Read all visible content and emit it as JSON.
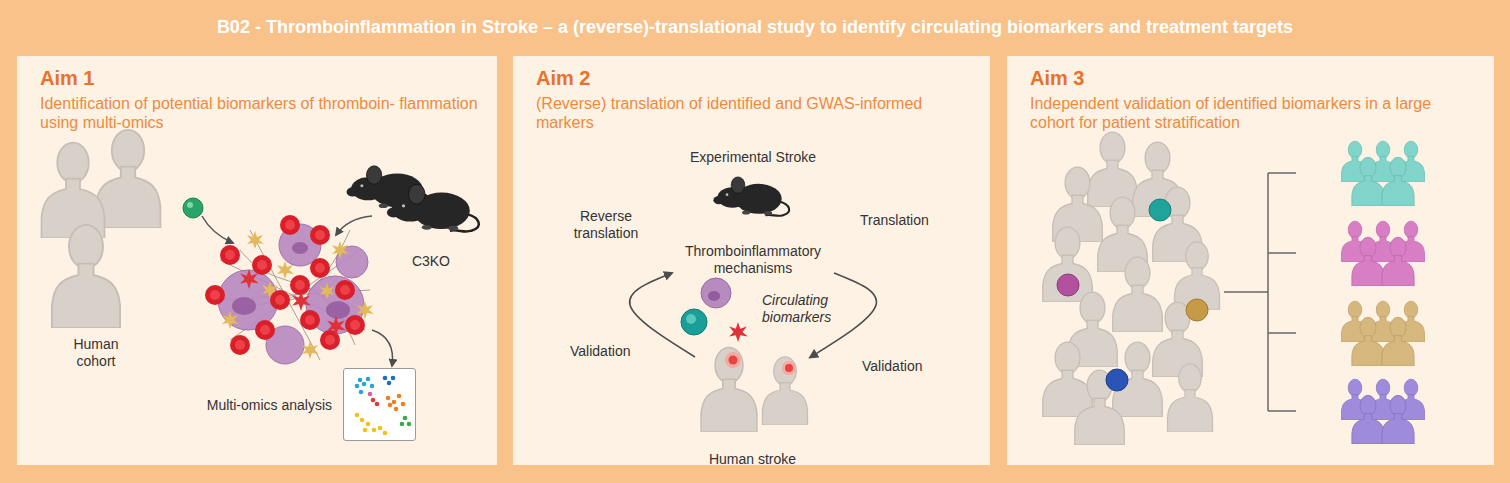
{
  "diagram": {
    "title": "B02 - Thromboinflammation in Stroke – a (reverse)-translational study to identify circulating biomarkers and treatment targets",
    "nodes": [
      {
        "text": [
          "Aim 1",
          "Identification of potential biomarkers of thromboin- flammation using multi-omics"
        ]
      },
      {
        "text": [
          "Human cohort"
        ],
        "in": 0
      },
      {
        "text": [
          "C3KO"
        ],
        "in": 0
      },
      {
        "text": [
          "Multi-omics analysis"
        ],
        "in": 0
      },
      {
        "text": [
          "Aim 2",
          "(Reverse) translation of identified and GWAS-informed markers"
        ]
      },
      {
        "text": [
          "Experimental Stroke",
          "Thromboinflammatory mechanisms"
        ],
        "in": 4
      },
      {
        "text": [
          "Human stroke"
        ],
        "in": 4
      },
      {
        "text": [
          "Aim 3",
          "Independent validation of identified biomarkers in a large cohort for patient stratification"
        ]
      }
    ],
    "edges": [
      {
        "from": 6,
        "to": 5,
        "arrow": "to",
        "label": "Reverse translation"
      },
      {
        "from": 5,
        "to": 6,
        "arrow": "to",
        "label": "Translation"
      }
    ],
    "labels": [
      "Circulating biomarkers",
      "Validation",
      "Validation"
    ]
  }
}
